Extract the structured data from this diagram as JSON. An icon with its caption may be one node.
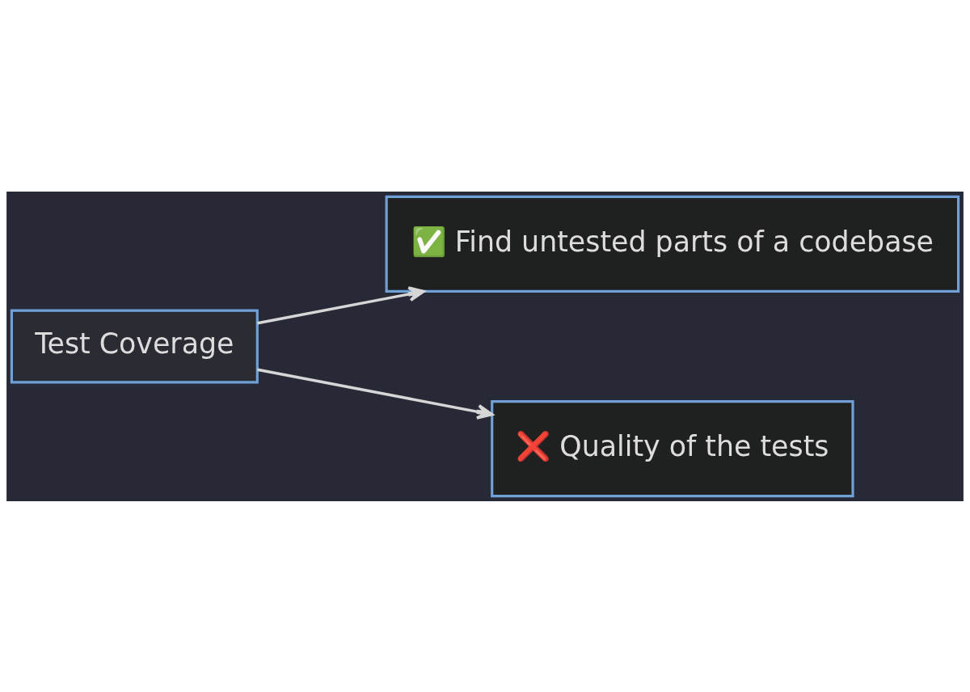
{
  "diagram": {
    "nodes": [
      {
        "text": [
          "Test Coverage"
        ]
      },
      {
        "text": [
          "✅ Find untested parts of a codebase"
        ]
      },
      {
        "text": [
          "❌ Quality of the tests"
        ]
      }
    ],
    "edges": [
      {
        "from": 0,
        "to": 1,
        "arrow": "to"
      },
      {
        "from": 0,
        "to": 2,
        "arrow": "to"
      }
    ]
  }
}
